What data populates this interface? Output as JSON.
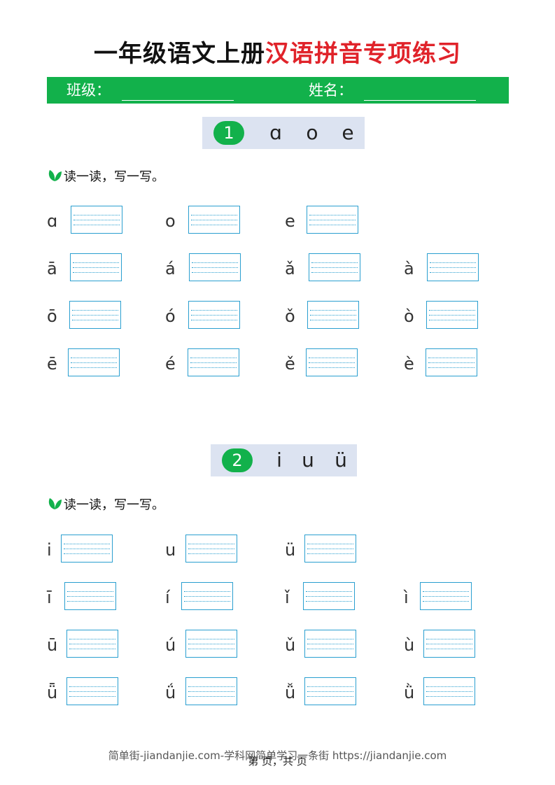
{
  "title": {
    "part1": "一年级语文上册",
    "part2": "汉语拼音专项练习"
  },
  "info_bar": {
    "class_label": "班级：",
    "name_label": "姓名："
  },
  "colors": {
    "green": "#12b14b",
    "red": "#e0232a",
    "box_blue": "#2a9fd0",
    "header_bg": "#dce3f1"
  },
  "sections": [
    {
      "number": "1",
      "letters": [
        "ɑ",
        "o",
        "e"
      ],
      "instruction": "读一读，写一写。",
      "rows": [
        [
          "ɑ",
          "o",
          "e"
        ],
        [
          "ā",
          "á",
          "ǎ",
          "à"
        ],
        [
          "ō",
          "ó",
          "ǒ",
          "ò"
        ],
        [
          "ē",
          "é",
          "ě",
          "è"
        ]
      ]
    },
    {
      "number": "2",
      "letters": [
        "i",
        "u",
        "ü"
      ],
      "instruction": "读一读，写一写。",
      "rows": [
        [
          "i",
          "u",
          "ü"
        ],
        [
          "ī",
          "í",
          "ǐ",
          "ì"
        ],
        [
          "ū",
          "ú",
          "ǔ",
          "ù"
        ],
        [
          "ǖ",
          "ǘ",
          "ǚ",
          "ǜ"
        ]
      ]
    }
  ],
  "footer": {
    "watermark": "简单街-jiandanjie.com-学科网简单学习一条街 https://jiandanjie.com",
    "page": "第  页，共  页"
  }
}
